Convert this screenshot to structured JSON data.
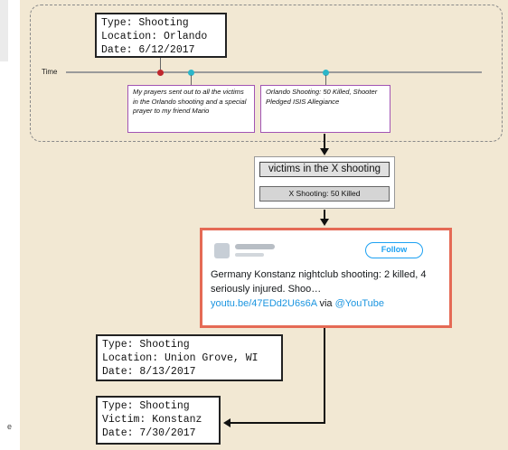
{
  "boxes": {
    "top_event": {
      "line1": "Type: Shooting",
      "line2": "Location: Orlando",
      "line3": "Date: 6/12/2017"
    },
    "mid_event": {
      "line1": "Type: Shooting",
      "line2": "Location: Union Grove, WI",
      "line3": "Date: 8/13/2017"
    },
    "bottom_event": {
      "line1": "Type: Shooting",
      "line2": "Victim: Konstanz",
      "line3": "Date: 7/30/2017"
    }
  },
  "timeline": {
    "label": "Time",
    "tweet_left": "My prayers sent out to all the victims in the Orlando shooting and a special prayer to my friend Mario",
    "tweet_right": "Orlando Shooting: 50 Killed, Shooter Pledged ISIS Allegiance",
    "colors": {
      "event_dot": "#c0272d",
      "tweet_dot": "#2bb6c9",
      "tweet_border": "#a254b4"
    }
  },
  "query": {
    "template": "victims in the X shooting",
    "headline": "X Shooting: 50 Killed"
  },
  "result_tweet": {
    "follow_label": "Follow",
    "text": "Germany Konstanz nightclub shooting: 2 killed, 4 seriously injured. Shoo…",
    "link": "youtu.be/47EDd2U6s6A",
    "via": "via",
    "mention": "@YouTube",
    "colors": {
      "border": "#e56a55",
      "link": "#1b95e0"
    }
  },
  "edge_mark": "e"
}
